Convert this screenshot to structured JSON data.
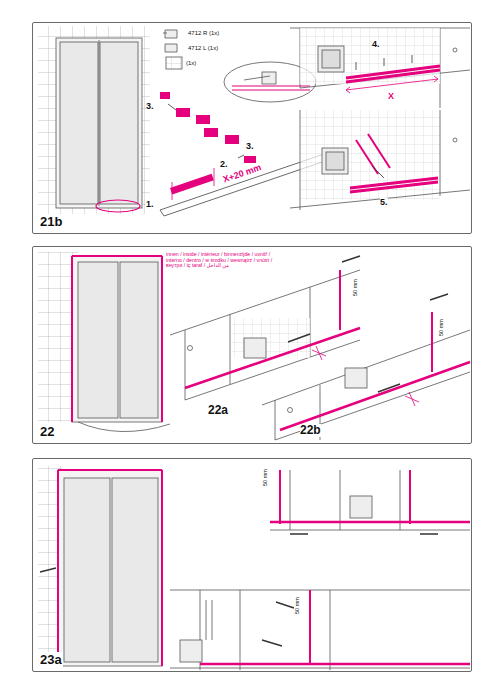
{
  "diagram": {
    "nodes": [
      {
        "text": [
          "21b"
        ]
      },
      {
        "text": [
          "22"
        ]
      },
      {
        "text": [
          "23a"
        ]
      }
    ],
    "labels": [
      "4712 R (1x)",
      "4712 L (1x)",
      "(1x)",
      "3.",
      "2.",
      "3.",
      "1.",
      "X+20 mm",
      "4.",
      "X",
      "5.",
      "innen / inside / intérieur / binnenzijde / uvnitř / interno / dentro / w środku / wewnątrz / vnútri / внутри / iç taraf / من الداخل",
      "22a",
      "22b",
      "50 mm",
      "50 mm",
      "50 mm",
      "50 mm"
    ]
  }
}
